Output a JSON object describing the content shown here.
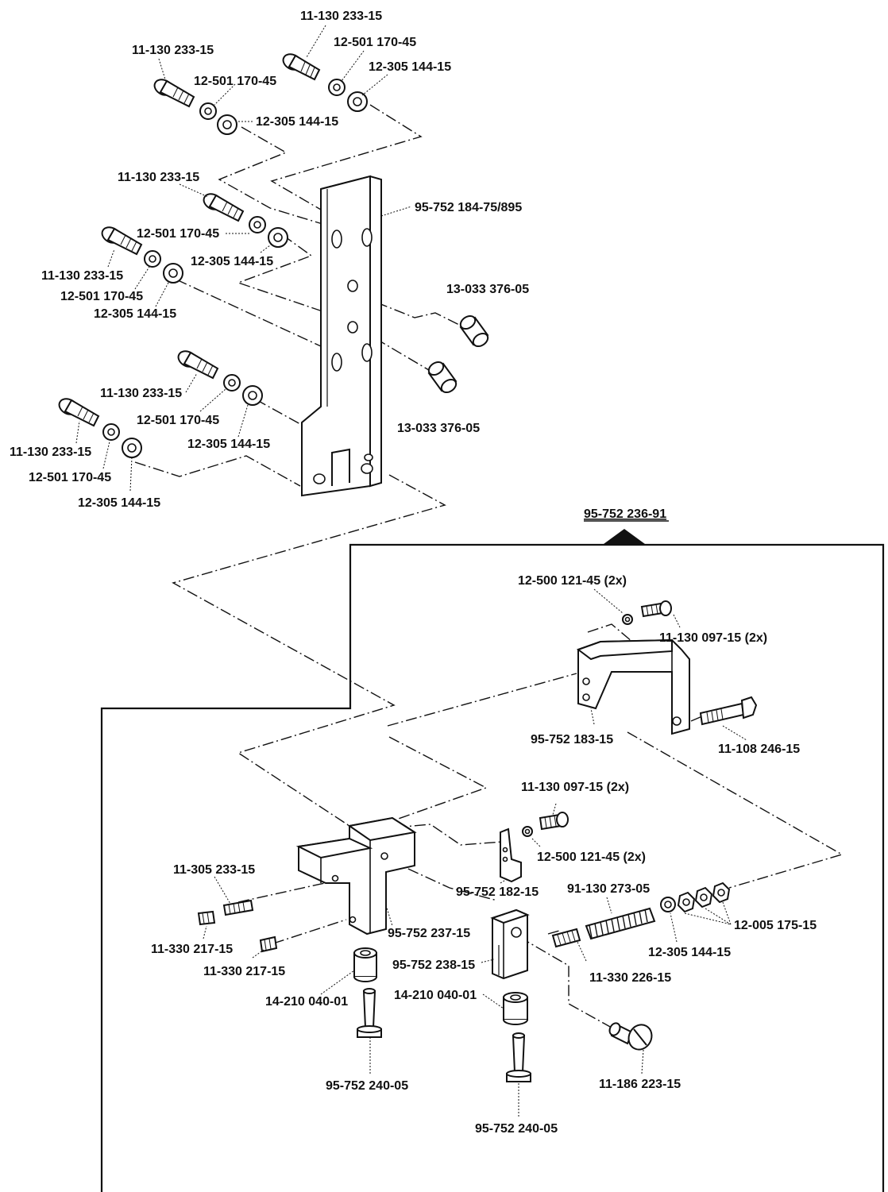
{
  "assembly_number": "95-752 236-91",
  "labels": {
    "screw_a": "11-130 233-15",
    "lock_washer_a": "12-501 170-45",
    "washer_a": "12-305 144-15",
    "plate": "95-752 184-75/895",
    "pin": "13-033 376-05",
    "washer_b": "12-500 121-45 (2x)",
    "screw_b": "11-130 097-15 (2x)",
    "bracket": "95-752 183-15",
    "bolt": "11-108 246-15",
    "small_plate": "95-752 182-15",
    "spring": "91-130 273-05",
    "nut": "12-005 175-15",
    "set_screw_long": "11-305 233-15",
    "set_screw": "11-330 217-15",
    "block": "95-752 237-15",
    "slider": "95-752 238-15",
    "bushing": "14-210 040-01",
    "stud": "95-752 240-05",
    "set_screw_b": "11-330 226-15",
    "shoulder_screw": "11-186 223-15"
  }
}
